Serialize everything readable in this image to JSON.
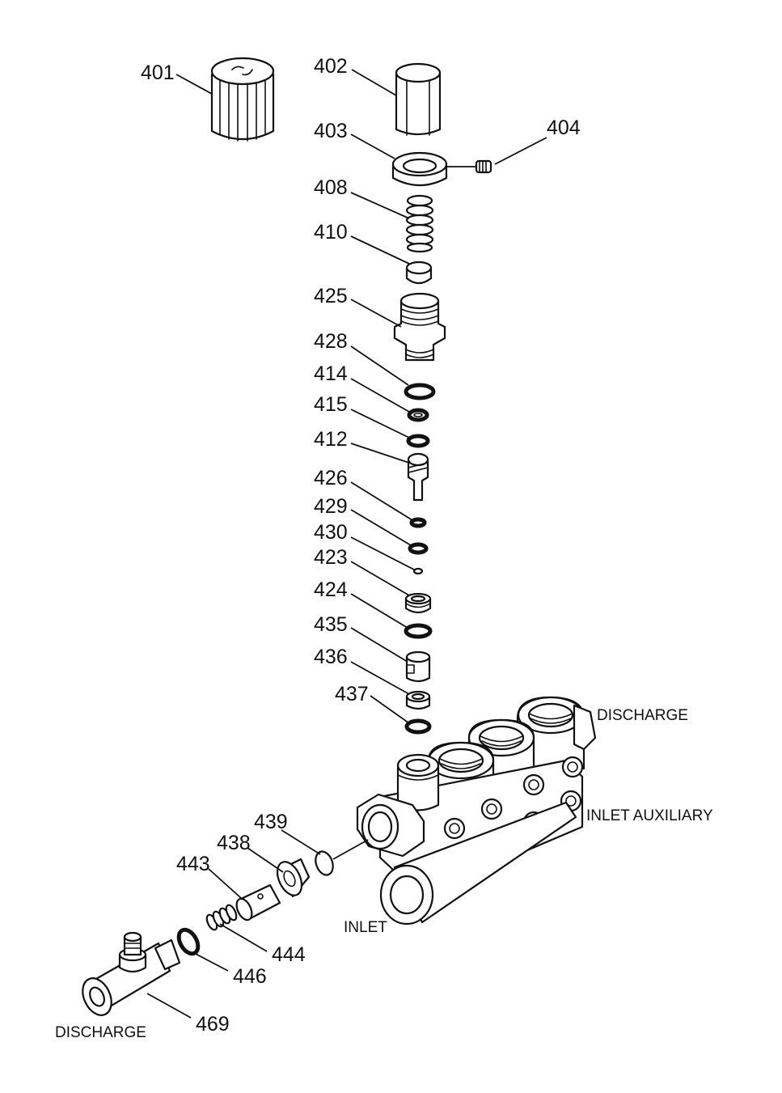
{
  "parts": [
    {
      "id": "401"
    },
    {
      "id": "402"
    },
    {
      "id": "403"
    },
    {
      "id": "404"
    },
    {
      "id": "408"
    },
    {
      "id": "410"
    },
    {
      "id": "425"
    },
    {
      "id": "428"
    },
    {
      "id": "414"
    },
    {
      "id": "415"
    },
    {
      "id": "412"
    },
    {
      "id": "426"
    },
    {
      "id": "429"
    },
    {
      "id": "430"
    },
    {
      "id": "423"
    },
    {
      "id": "424"
    },
    {
      "id": "435"
    },
    {
      "id": "436"
    },
    {
      "id": "437"
    },
    {
      "id": "439"
    },
    {
      "id": "438"
    },
    {
      "id": "443"
    },
    {
      "id": "444"
    },
    {
      "id": "446"
    },
    {
      "id": "469"
    }
  ],
  "port_labels": {
    "discharge_top": "DISCHARGE",
    "inlet_auxiliary": "INLET AUXILIARY",
    "inlet": "INLET",
    "discharge_bottom": "DISCHARGE"
  },
  "colors": {
    "line": "#111111",
    "background": "#ffffff"
  }
}
